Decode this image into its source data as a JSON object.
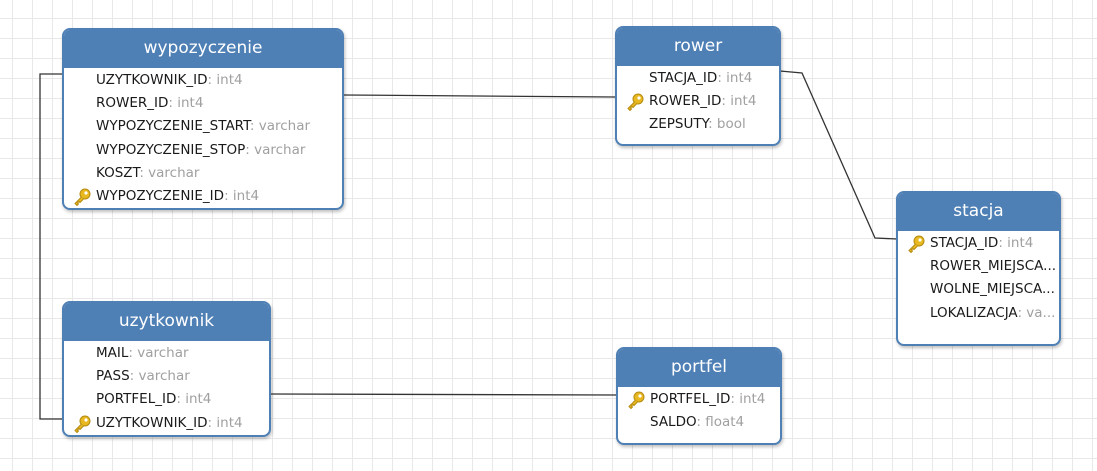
{
  "entities": {
    "wypozyczenie": {
      "title": "wypozyczenie",
      "fields": [
        {
          "name": "UZYTKOWNIK_ID",
          "type": ": int4",
          "pk": false
        },
        {
          "name": "ROWER_ID",
          "type": ": int4",
          "pk": false
        },
        {
          "name": "WYPOZYCZENIE_START",
          "type": ": varchar",
          "pk": false
        },
        {
          "name": "WYPOZYCZENIE_STOP",
          "type": ": varchar",
          "pk": false
        },
        {
          "name": "KOSZT",
          "type": ": varchar",
          "pk": false
        },
        {
          "name": "WYPOZYCZENIE_ID",
          "type": ": int4",
          "pk": true
        }
      ]
    },
    "rower": {
      "title": "rower",
      "fields": [
        {
          "name": "STACJA_ID",
          "type": ": int4",
          "pk": false
        },
        {
          "name": "ROWER_ID",
          "type": ": int4",
          "pk": true
        },
        {
          "name": "ZEPSUTY",
          "type": ": bool",
          "pk": false
        }
      ]
    },
    "stacja": {
      "title": "stacja",
      "fields": [
        {
          "name": "STACJA_ID",
          "type": ": int4",
          "pk": true
        },
        {
          "name": "ROWER_MIEJSCA...",
          "type": "",
          "pk": false
        },
        {
          "name": "WOLNE_MIEJSCA...",
          "type": "",
          "pk": false
        },
        {
          "name": "LOKALIZACJA",
          "type": ": va...",
          "pk": false
        }
      ]
    },
    "uzytkownik": {
      "title": "uzytkownik",
      "fields": [
        {
          "name": "MAIL",
          "type": ": varchar",
          "pk": false
        },
        {
          "name": "PASS",
          "type": ": varchar",
          "pk": false
        },
        {
          "name": "PORTFEL_ID",
          "type": ": int4",
          "pk": false
        },
        {
          "name": "UZYTKOWNIK_ID",
          "type": ": int4",
          "pk": true
        }
      ]
    },
    "portfel": {
      "title": "portfel",
      "fields": [
        {
          "name": "PORTFEL_ID",
          "type": ": int4",
          "pk": true
        },
        {
          "name": "SALDO",
          "type": ": float4",
          "pk": false
        }
      ]
    }
  },
  "colors": {
    "header": "#4e7fb5",
    "type_text": "#a0a0a0",
    "key_icon": "#e8b820",
    "link": "#333333"
  },
  "icons": {
    "primary_key": "key-icon"
  }
}
